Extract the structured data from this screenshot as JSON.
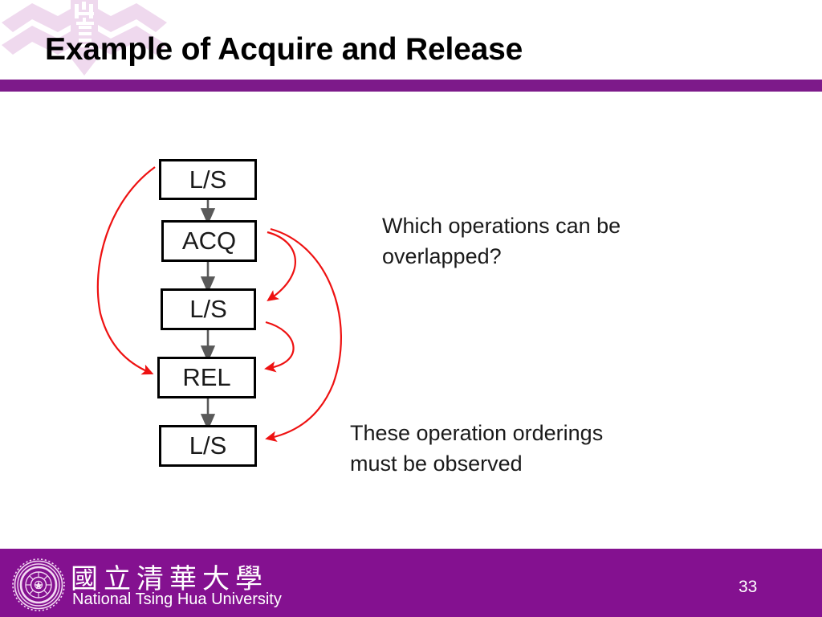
{
  "slide": {
    "title": "Example of Acquire and Release",
    "page_number": "33",
    "accent_purple": "#7D1A8A",
    "footer_purple": "#841190",
    "arrow_red": "#EE1111",
    "connector_gray": "#595959"
  },
  "diagram": {
    "boxes": [
      {
        "id": "ls-1",
        "label": "L/S"
      },
      {
        "id": "acq",
        "label": "ACQ"
      },
      {
        "id": "ls-2",
        "label": "L/S"
      },
      {
        "id": "rel",
        "label": "REL"
      },
      {
        "id": "ls-3",
        "label": "L/S"
      }
    ],
    "sequence_arrows": [
      {
        "from": "ls-1",
        "to": "acq"
      },
      {
        "from": "acq",
        "to": "ls-2"
      },
      {
        "from": "ls-2",
        "to": "rel"
      },
      {
        "from": "rel",
        "to": "ls-3"
      }
    ],
    "ordering_arrows": [
      {
        "from": "ls-1",
        "to": "rel",
        "side": "left"
      },
      {
        "from": "acq",
        "to": "ls-2",
        "side": "right"
      },
      {
        "from": "acq",
        "to": "ls-3",
        "side": "right"
      },
      {
        "from": "ls-2",
        "to": "rel",
        "side": "right"
      }
    ]
  },
  "annotations": {
    "overlap_question": "Which operations can be\noverlapped?",
    "overlap_line1": "Which operations can be",
    "overlap_line2": "overlapped?",
    "ordering_note": "These operation orderings\nmust be observed",
    "ordering_line1": "These operation orderings",
    "ordering_line2": "must be observed"
  },
  "footer": {
    "university_cn": "國立清華大學",
    "university_en": "National Tsing Hua University"
  }
}
